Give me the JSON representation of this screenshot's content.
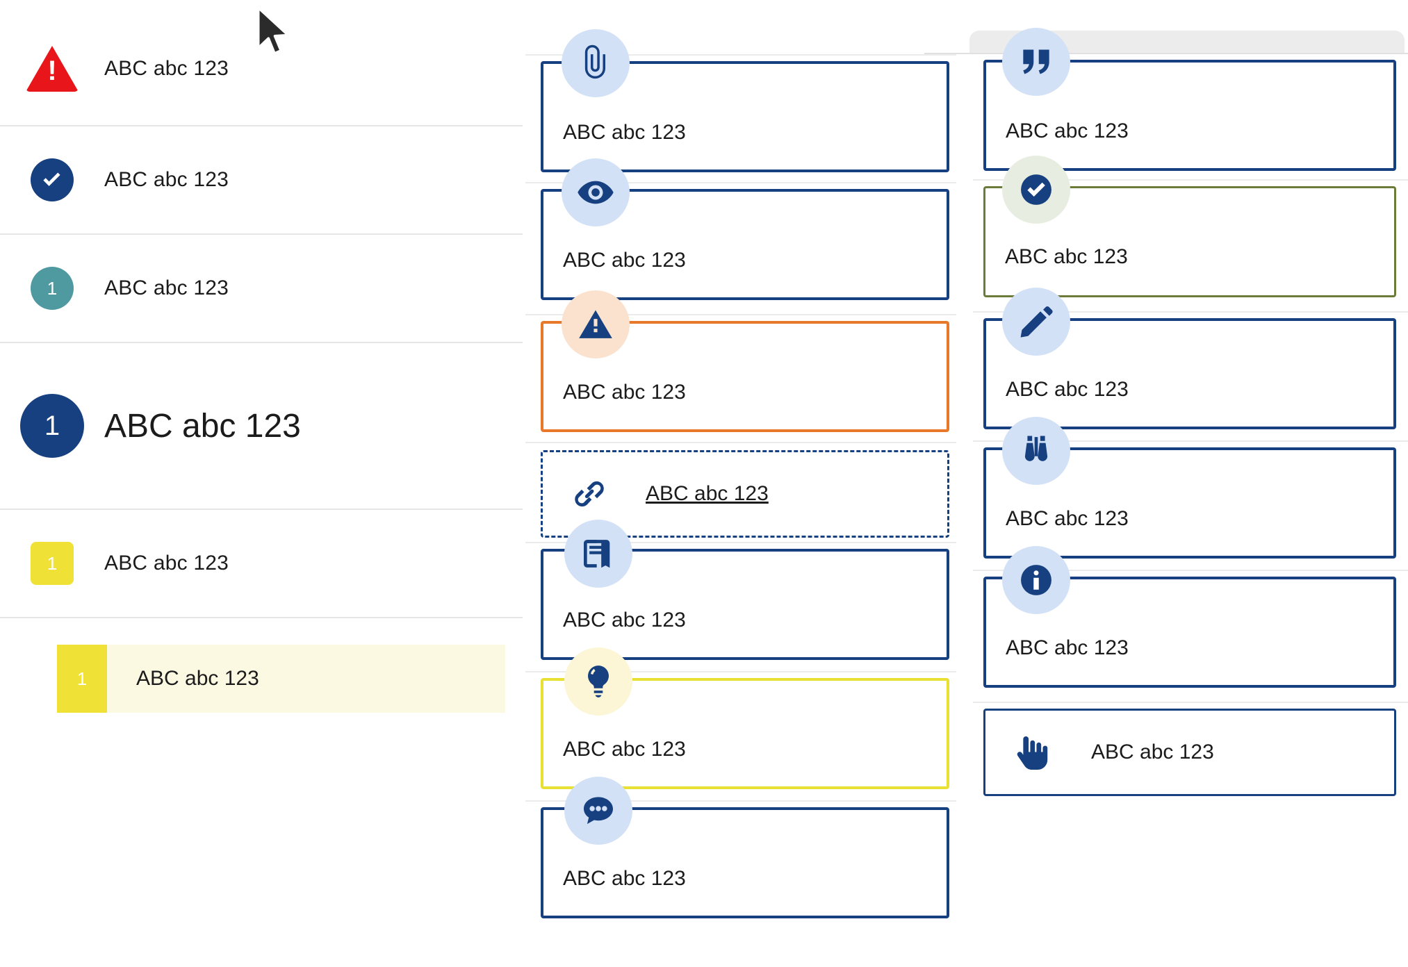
{
  "left_list": {
    "rows": [
      {
        "icon": "warning-triangle-icon",
        "badge_text": "",
        "label": "ABC abc 123"
      },
      {
        "icon": "check-circle-icon",
        "badge_text": "",
        "label": "ABC abc 123"
      },
      {
        "icon": "number-circle-teal-icon",
        "badge_text": "1",
        "label": "ABC abc 123"
      },
      {
        "icon": "number-circle-navy-large-icon",
        "badge_text": "1",
        "label": "ABC abc 123"
      },
      {
        "icon": "number-square-yellow-icon",
        "badge_text": "1",
        "label": "ABC abc 123"
      }
    ],
    "highlighted_row": {
      "badge_text": "1",
      "label": "ABC abc 123"
    }
  },
  "middle_column": {
    "cards": [
      {
        "icon": "paperclip-icon",
        "label": "ABC abc 123",
        "style": "navy"
      },
      {
        "icon": "eye-icon",
        "label": "ABC abc 123",
        "style": "navy"
      },
      {
        "icon": "warning-triangle-icon",
        "label": "ABC abc 123",
        "style": "orange"
      },
      {
        "icon": "link-chain-icon",
        "label": "ABC abc 123",
        "style": "dashed-link"
      },
      {
        "icon": "book-icon",
        "label": "ABC abc 123",
        "style": "navy"
      },
      {
        "icon": "lightbulb-icon",
        "label": "ABC abc 123",
        "style": "yellow"
      },
      {
        "icon": "comment-bubble-icon",
        "label": "ABC abc 123",
        "style": "navy"
      }
    ]
  },
  "right_column": {
    "cards": [
      {
        "icon": "quote-icon",
        "label": "ABC abc 123",
        "style": "navy"
      },
      {
        "icon": "check-circle-icon",
        "label": "ABC abc 123",
        "style": "olive"
      },
      {
        "icon": "pencil-icon",
        "label": "ABC abc 123",
        "style": "navy"
      },
      {
        "icon": "binoculars-icon",
        "label": "ABC abc 123",
        "style": "navy"
      },
      {
        "icon": "info-circle-icon",
        "label": "ABC abc 123",
        "style": "navy"
      },
      {
        "icon": "pointing-hand-icon",
        "label": "ABC abc 123",
        "style": "navy-inline"
      }
    ]
  },
  "colors": {
    "navy": "#16407F",
    "red": "#E8161A",
    "teal": "#4E9AA0",
    "yellow": "#EFE136",
    "orange": "#E8792B",
    "olive": "#6B7B3A",
    "icon_bg_blue": "#D3E1F7",
    "icon_bg_peach": "#FBE2CE",
    "icon_bg_green": "#E7EDE0",
    "icon_bg_yellow": "#FCF6D6",
    "highlight_bg": "#FCF9E3",
    "separator": "#E6E6E6"
  }
}
